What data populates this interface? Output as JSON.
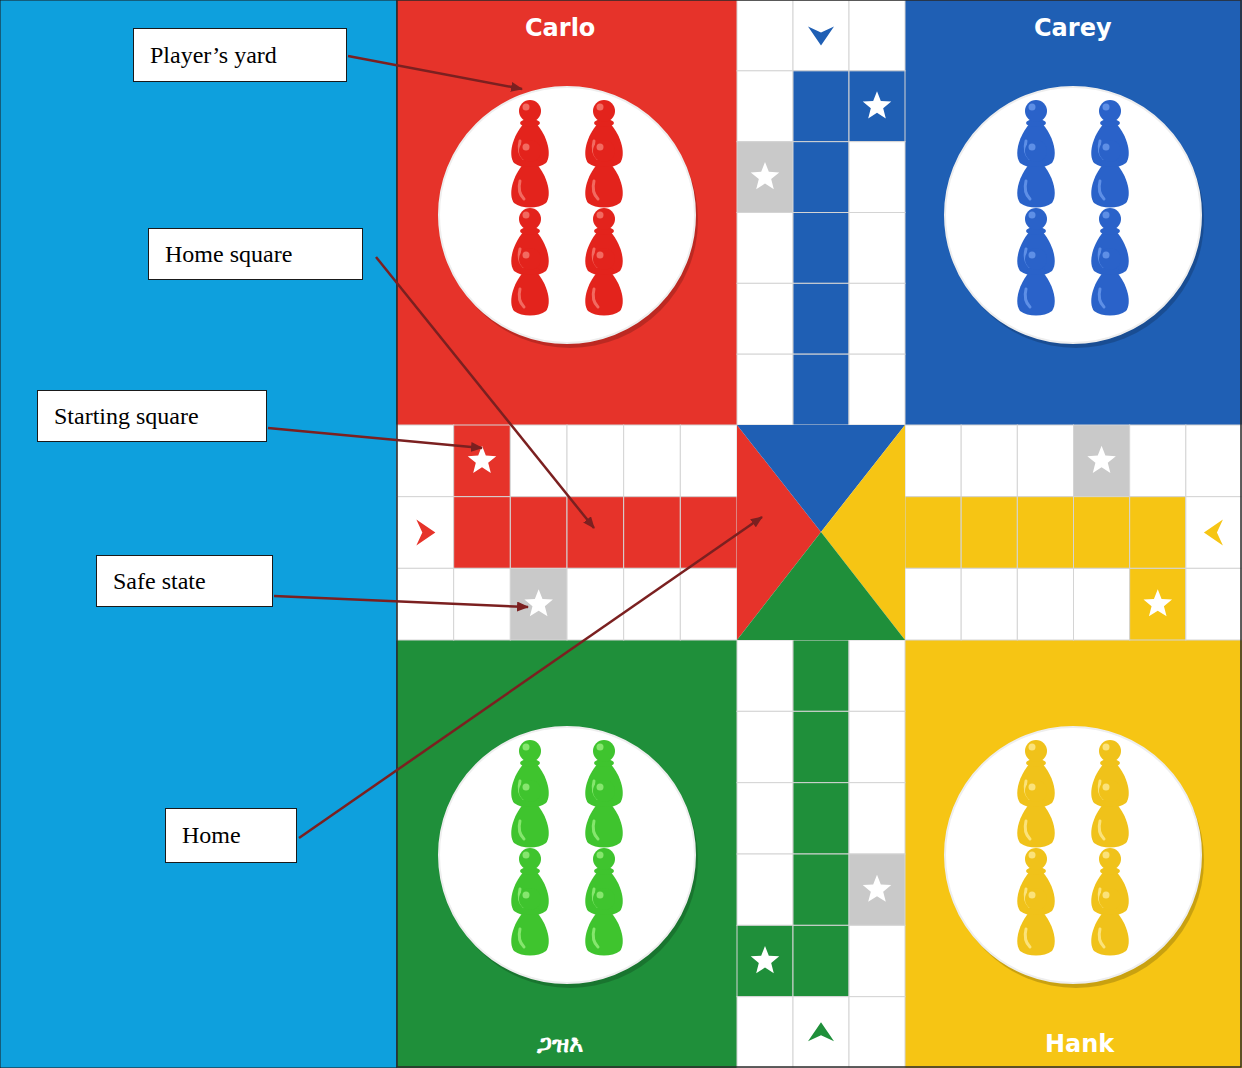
{
  "diagram": {
    "nodes": [
      {
        "text": [
          "Player’s yard"
        ]
      },
      {
        "text": [
          "Home square"
        ]
      },
      {
        "text": [
          "Starting square"
        ]
      },
      {
        "text": [
          "Safe state"
        ]
      },
      {
        "text": [
          "Home"
        ]
      }
    ],
    "labels": [
      "Carlo",
      "Carey",
      "ጋዝእ",
      "Hank"
    ]
  }
}
